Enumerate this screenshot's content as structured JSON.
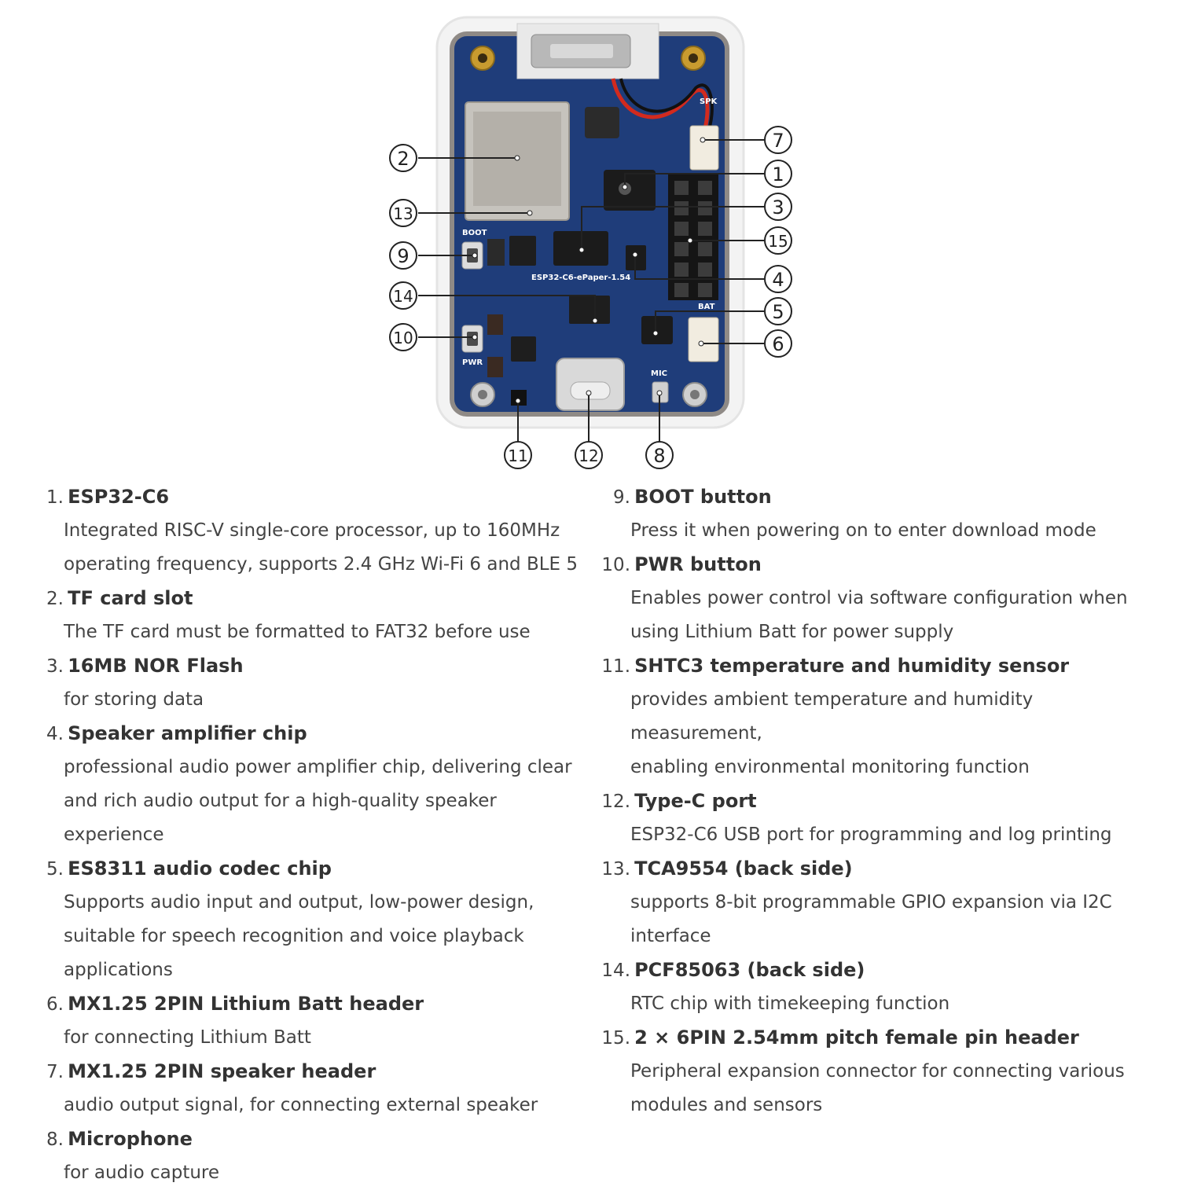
{
  "callouts": [
    "1",
    "2",
    "3",
    "4",
    "5",
    "6",
    "7",
    "8",
    "9",
    "10",
    "11",
    "12",
    "13",
    "14",
    "15"
  ],
  "board_labels": {
    "boot": "BOOT",
    "pwr": "PWR",
    "spk": "SPK",
    "bat": "BAT",
    "mic": "MIC",
    "model": "ESP32-C6-ePaper-1.54"
  },
  "colors": {
    "pcb": "#1f3d7a",
    "case": "#f1f1f1",
    "case_inner": "#8f8a86",
    "title_text": "#333333",
    "desc_text": "#444444"
  },
  "components": [
    {
      "num": "1.",
      "title": "ESP32-C6",
      "desc": "Integrated RISC-V single-core processor, up to 160MHz\noperating frequency, supports 2.4 GHz Wi-Fi 6 and BLE 5"
    },
    {
      "num": "2.",
      "title": "TF card slot",
      "desc": "The TF card must be formatted to FAT32 before use"
    },
    {
      "num": "3.",
      "title": "16MB NOR Flash",
      "desc": "for storing data"
    },
    {
      "num": "4.",
      "title": "Speaker amplifier chip",
      "desc": "professional audio power amplifier chip, delivering clear\nand rich audio output for a high-quality speaker experience"
    },
    {
      "num": "5.",
      "title": "ES8311 audio codec chip",
      "desc": "Supports audio input and output, low-power design,\nsuitable for speech recognition and voice playback\napplications"
    },
    {
      "num": "6.",
      "title": "MX1.25 2PIN Lithium Batt header",
      "desc": "for connecting Lithium Batt"
    },
    {
      "num": "7.",
      "title": "MX1.25 2PIN speaker header",
      "desc": "audio output signal, for connecting external speaker"
    },
    {
      "num": "8.",
      "title": "Microphone",
      "desc": "for audio capture"
    },
    {
      "num": "9.",
      "title": "BOOT button",
      "desc": "Press it when powering on to enter download mode"
    },
    {
      "num": "10.",
      "title": "PWR button",
      "desc": "Enables power control via software configuration when\nusing Lithium Batt for power supply"
    },
    {
      "num": "11.",
      "title": "SHTC3 temperature and humidity sensor",
      "desc": "provides ambient temperature and humidity measurement,\nenabling environmental monitoring function"
    },
    {
      "num": "12.",
      "title": "Type-C port",
      "desc": "ESP32-C6 USB port for programming and log printing"
    },
    {
      "num": "13.",
      "title": "TCA9554 (back side)",
      "desc": "supports 8-bit programmable GPIO expansion via I2C\ninterface"
    },
    {
      "num": "14.",
      "title": "PCF85063 (back side)",
      "desc": "RTC chip with timekeeping function"
    },
    {
      "num": "15.",
      "title": "2 × 6PIN 2.54mm pitch female pin header",
      "desc": "Peripheral expansion connector for connecting various\nmodules and sensors"
    }
  ]
}
